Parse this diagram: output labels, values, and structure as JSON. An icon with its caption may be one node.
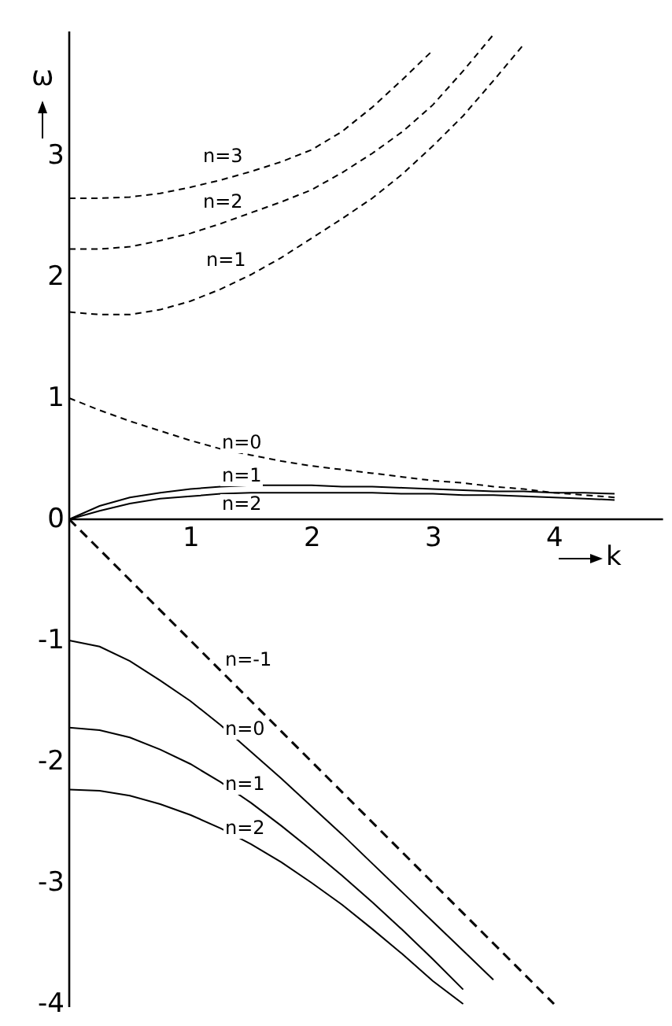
{
  "diagram": {
    "chart_data": {
      "type": "line",
      "xlabel": "k",
      "ylabel": "ω",
      "x": [
        0,
        0.25,
        0.5,
        0.75,
        1,
        1.25,
        1.5,
        1.75,
        2,
        2.25,
        2.5,
        2.75,
        3,
        3.25,
        3.5,
        3.75,
        4,
        4.25,
        4.5
      ],
      "series": [
        {
          "name": "n=3",
          "color": "#000000",
          "line_style": "dashed",
          "values": [
            2.65,
            2.65,
            2.66,
            2.69,
            2.74,
            2.8,
            2.87,
            2.95,
            3.05,
            3.2,
            3.4,
            3.63,
            3.87,
            null,
            null,
            null,
            null,
            null,
            null
          ]
        },
        {
          "name": "n=2",
          "color": "#000000",
          "line_style": "dashed",
          "values": [
            2.23,
            2.23,
            2.25,
            2.3,
            2.36,
            2.44,
            2.53,
            2.62,
            2.72,
            2.86,
            3.02,
            3.2,
            3.42,
            3.7,
            4.0,
            null,
            null,
            null,
            null
          ]
        },
        {
          "name": "n=1",
          "color": "#000000",
          "line_style": "dashed",
          "values": [
            1.71,
            1.69,
            1.69,
            1.73,
            1.8,
            1.9,
            2.02,
            2.16,
            2.32,
            2.48,
            2.65,
            2.85,
            3.08,
            3.33,
            3.62,
            3.92,
            null,
            null,
            null
          ]
        },
        {
          "name": "n=0",
          "color": "#000000",
          "line_style": "dashed",
          "values": [
            1.0,
            0.9,
            0.81,
            0.73,
            0.65,
            0.58,
            0.53,
            0.48,
            0.44,
            0.41,
            0.38,
            0.35,
            0.32,
            0.3,
            0.27,
            0.25,
            0.22,
            0.2,
            0.18
          ]
        },
        {
          "name": "n=1",
          "color": "#000000",
          "values": [
            0,
            0.11,
            0.18,
            0.22,
            0.25,
            0.27,
            0.28,
            0.28,
            0.28,
            0.27,
            0.27,
            0.26,
            0.25,
            0.24,
            0.23,
            0.23,
            0.22,
            0.22,
            0.21
          ]
        },
        {
          "name": "n=2",
          "color": "#000000",
          "values": [
            0,
            0.07,
            0.13,
            0.17,
            0.19,
            0.21,
            0.22,
            0.22,
            0.22,
            0.22,
            0.22,
            0.21,
            0.21,
            0.2,
            0.2,
            0.19,
            0.18,
            0.17,
            0.16
          ]
        },
        {
          "name": "n=-1",
          "color": "#000000",
          "line_style": "dashed",
          "values": [
            0,
            -0.25,
            -0.5,
            -0.75,
            -1,
            -1.25,
            -1.5,
            -1.75,
            -2,
            -2.25,
            -2.5,
            -2.75,
            -3,
            -3.25,
            -3.5,
            -3.75,
            -4,
            null,
            null
          ]
        },
        {
          "name": "n=0",
          "color": "#000000",
          "values": [
            -1,
            -1.05,
            -1.17,
            -1.33,
            -1.5,
            -1.7,
            -1.92,
            -2.14,
            -2.37,
            -2.6,
            -2.84,
            -3.08,
            -3.32,
            -3.56,
            -3.8,
            null,
            null,
            null,
            null
          ]
        },
        {
          "name": "n=1",
          "color": "#000000",
          "values": [
            -1.72,
            -1.74,
            -1.8,
            -1.9,
            -2.02,
            -2.17,
            -2.34,
            -2.53,
            -2.73,
            -2.94,
            -3.16,
            -3.39,
            -3.63,
            -3.88,
            null,
            null,
            null,
            null,
            null
          ]
        },
        {
          "name": "n=2",
          "color": "#000000",
          "values": [
            -2.23,
            -2.24,
            -2.28,
            -2.35,
            -2.44,
            -2.55,
            -2.68,
            -2.83,
            -3.0,
            -3.18,
            -3.38,
            -3.59,
            -3.81,
            -4.0,
            null,
            null,
            null,
            null,
            null
          ]
        }
      ],
      "xlim": [
        0,
        4.9
      ],
      "ylim": [
        -4,
        4
      ],
      "xticks": [
        1,
        2,
        3,
        4
      ],
      "yticks": [
        -4,
        -3,
        -2,
        -1,
        0,
        1,
        2,
        3
      ]
    }
  }
}
